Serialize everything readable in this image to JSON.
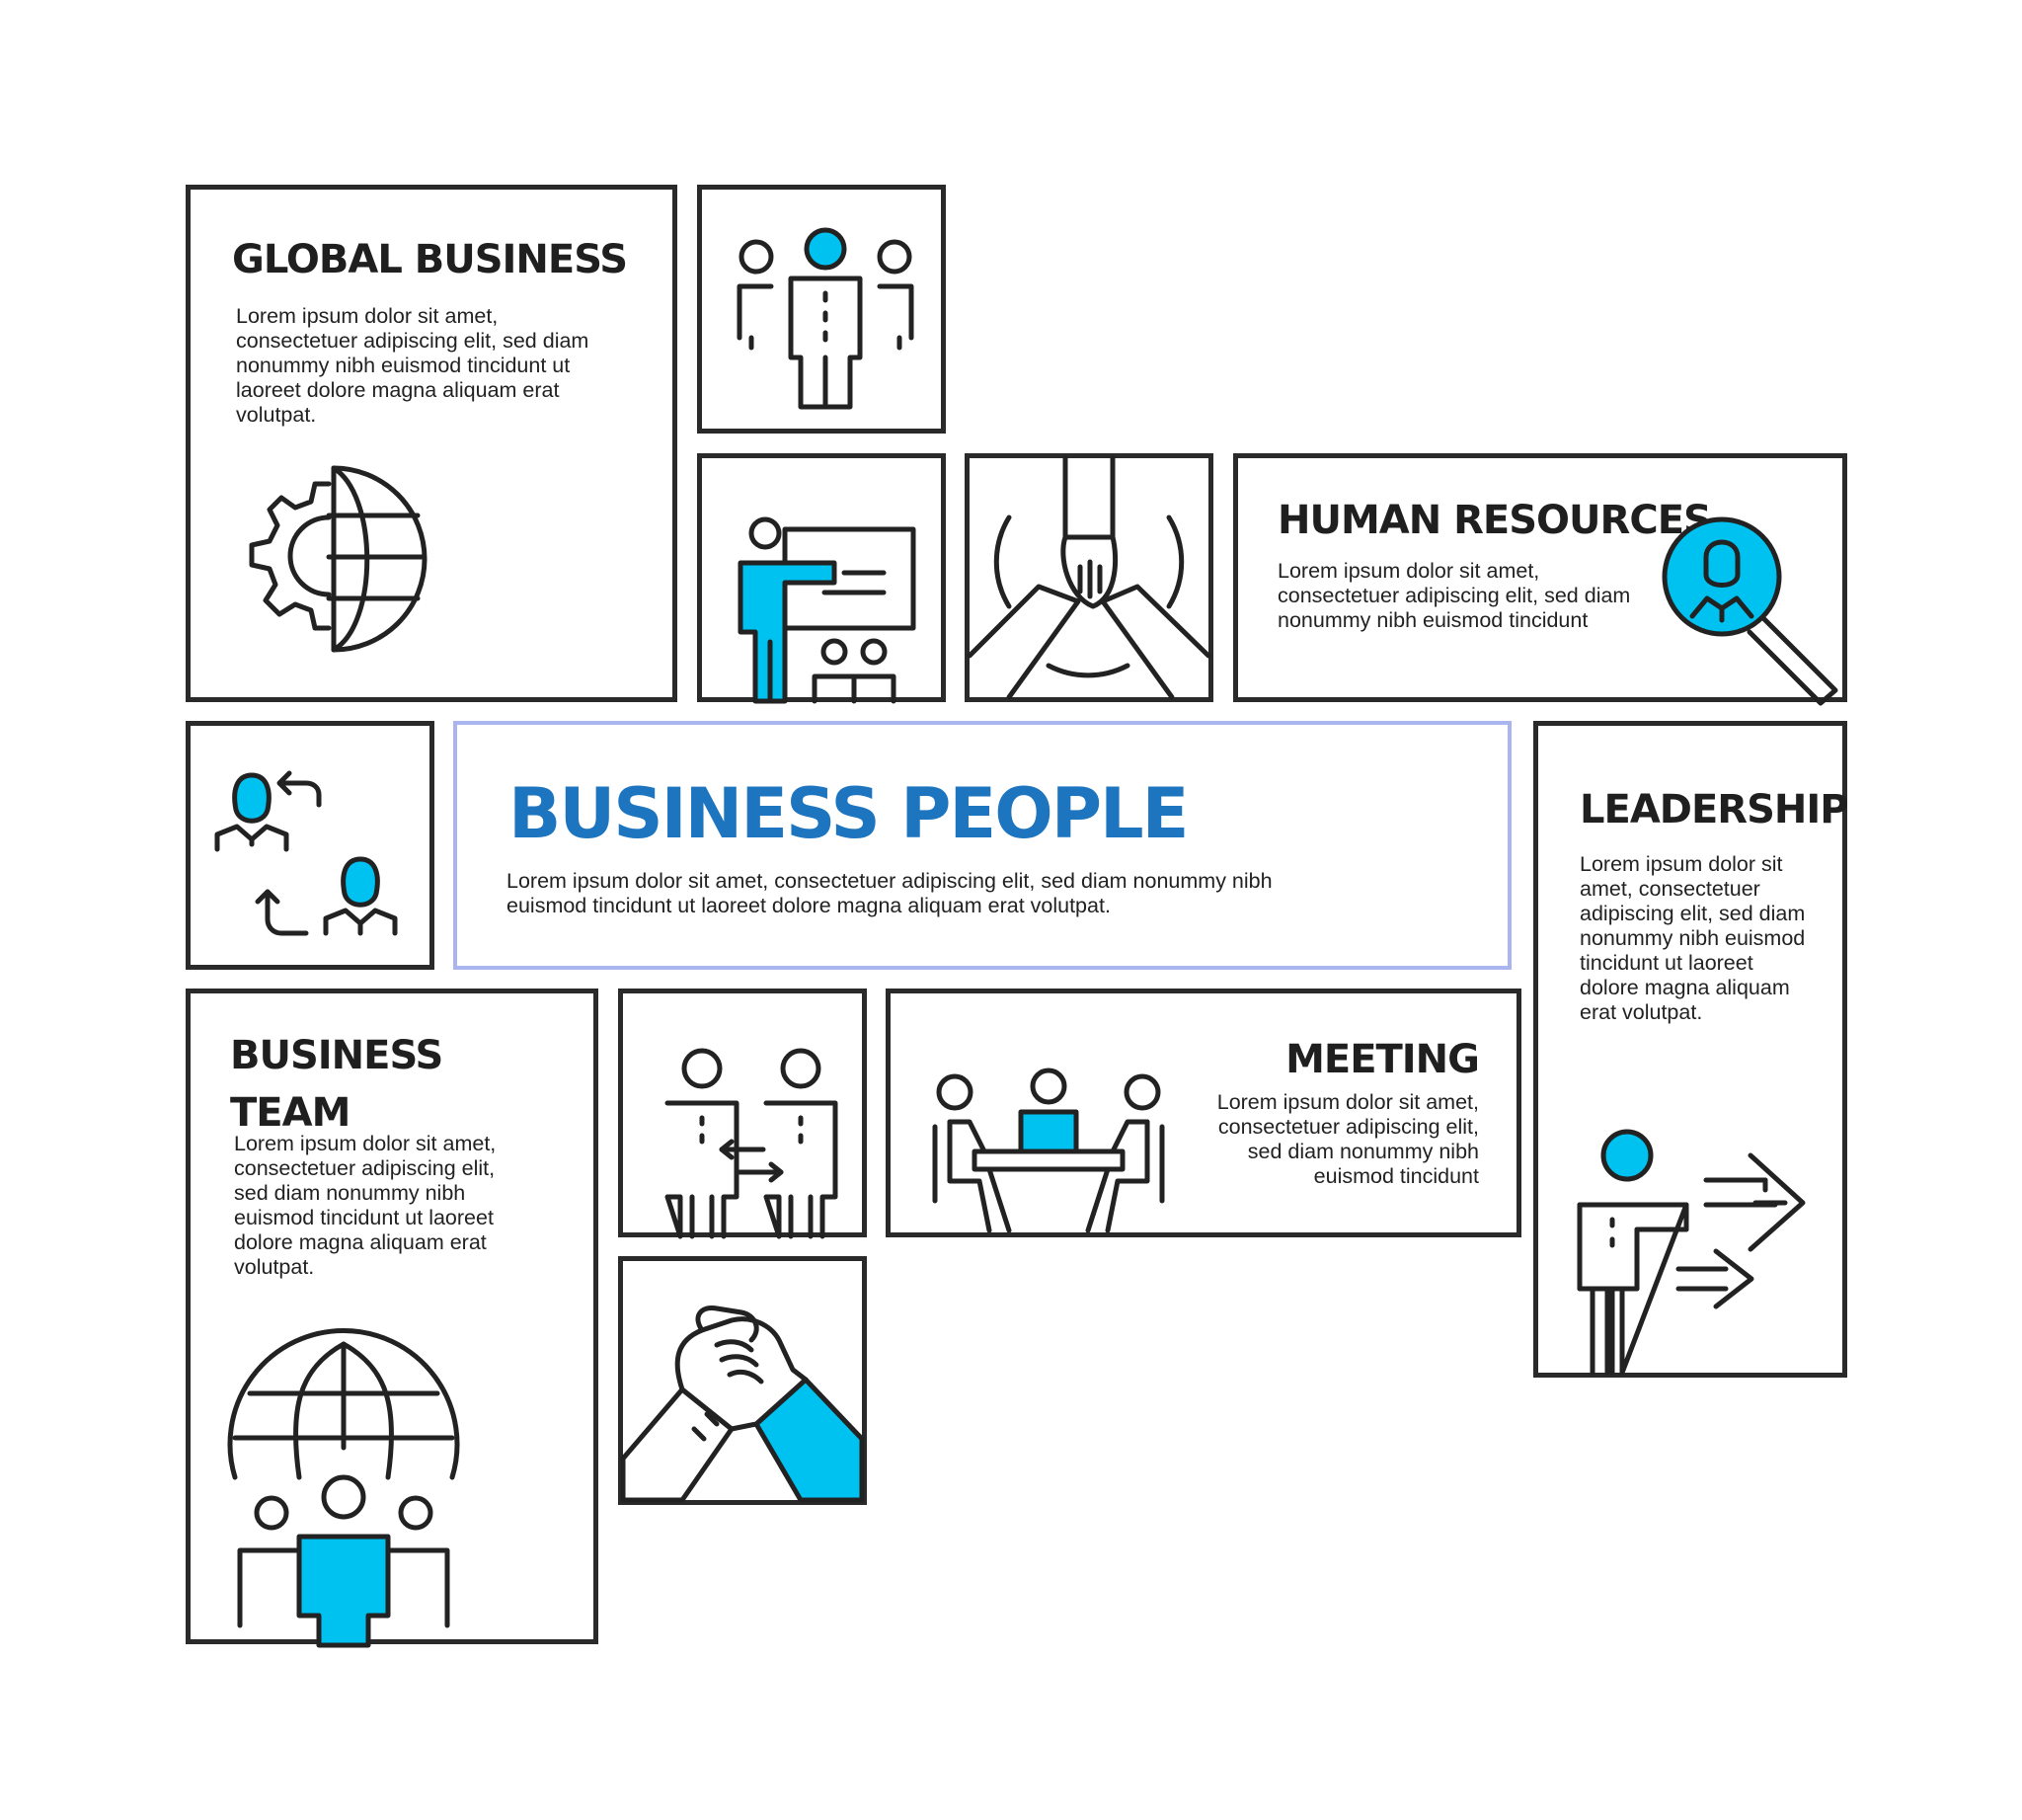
{
  "main": {
    "title": "BUSINESS PEOPLE",
    "text": "Lorem ipsum dolor sit amet, consectetuer adipiscing elit, sed diam nonummy nibh euismod tincidunt ut laoreet dolore magna aliquam erat volutpat."
  },
  "global_business": {
    "title": "GLOBAL BUSINESS",
    "text": "Lorem ipsum dolor sit amet, consectetuer adipiscing elit, sed diam nonummy nibh euismod tincidunt ut laoreet dolore magna aliquam erat volutpat."
  },
  "human_resources": {
    "title": "HUMAN RESOURCES",
    "text": "Lorem ipsum dolor sit amet, consectetuer adipiscing elit, sed diam nonummy nibh euismod tincidunt"
  },
  "leadership": {
    "title": "LEADERSHIP",
    "text": "Lorem ipsum dolor sit amet, consectetuer adipiscing elit, sed diam nonummy nibh euismod tincidunt ut laoreet dolore magna aliquam erat volutpat."
  },
  "business_team": {
    "title": "BUSINESS TEAM",
    "text": "Lorem ipsum dolor sit amet, consectetuer adipiscing elit, sed diam nonummy nibh euismod tincidunt ut laoreet dolore magna aliquam erat volutpat."
  },
  "meeting": {
    "title": "MEETING",
    "text": "Lorem ipsum dolor sit amet, consectetuer adipiscing elit, sed diam nonummy nibh euismod tincidunt"
  },
  "colors": {
    "accent_blue": "#00c2f0",
    "title_blue": "#1d74bf",
    "line": "#2a2a2a",
    "center_border": "#aab4ee"
  },
  "icons": [
    "team-group-icon",
    "presentation-icon",
    "hands-together-icon",
    "hr-search-icon",
    "gear-globe-icon",
    "people-exchange-icon",
    "colleagues-exchange-icon",
    "meeting-table-icon",
    "leadership-arrows-icon",
    "arm-wrestling-icon",
    "global-team-icon"
  ]
}
